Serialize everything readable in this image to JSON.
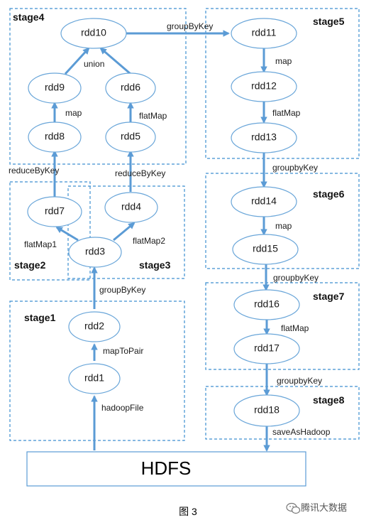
{
  "stages": {
    "stage1": "stage1",
    "stage2": "stage2",
    "stage3": "stage3",
    "stage4": "stage4",
    "stage5": "stage5",
    "stage6": "stage6",
    "stage7": "stage7",
    "stage8": "stage8"
  },
  "nodes": {
    "rdd1": "rdd1",
    "rdd2": "rdd2",
    "rdd3": "rdd3",
    "rdd4": "rdd4",
    "rdd5": "rdd5",
    "rdd6": "rdd6",
    "rdd7": "rdd7",
    "rdd8": "rdd8",
    "rdd9": "rdd9",
    "rdd10": "rdd10",
    "rdd11": "rdd11",
    "rdd12": "rdd12",
    "rdd13": "rdd13",
    "rdd14": "rdd14",
    "rdd15": "rdd15",
    "rdd16": "rdd16",
    "rdd17": "rdd17",
    "rdd18": "rdd18"
  },
  "edges": {
    "hadoopFile": "hadoopFile",
    "mapToPair": "mapToPair",
    "groupByKey_rdd3": "groupByKey",
    "flatMap1": "flatMap1",
    "flatMap2": "flatMap2",
    "reduceByKey_left": "reduceByKey",
    "reduceByKey_right": "reduceByKey",
    "map_rdd9": "map",
    "flatMap_rdd6": "flatMap",
    "union": "union",
    "groupByKey_rdd11": "groupByKey",
    "map_rdd12": "map",
    "flatMap_rdd13": "flatMap",
    "groupbyKey_rdd14": "groupbyKey",
    "map_rdd15": "map",
    "groupbyKey_rdd16": "groupbyKey",
    "flatMap_rdd17": "flatMap",
    "groupbyKey_rdd18": "groupbyKey",
    "saveAsHadoop": "saveAsHadoop"
  },
  "hdfs": "HDFS",
  "caption": "图 3",
  "watermark": "腾讯大数据",
  "colors": {
    "arrow": "#5b9bd5",
    "stage_border": "#3d8fd0",
    "node_border": "#6aa6d9"
  },
  "icons": {
    "watermark": "wechat-icon"
  }
}
